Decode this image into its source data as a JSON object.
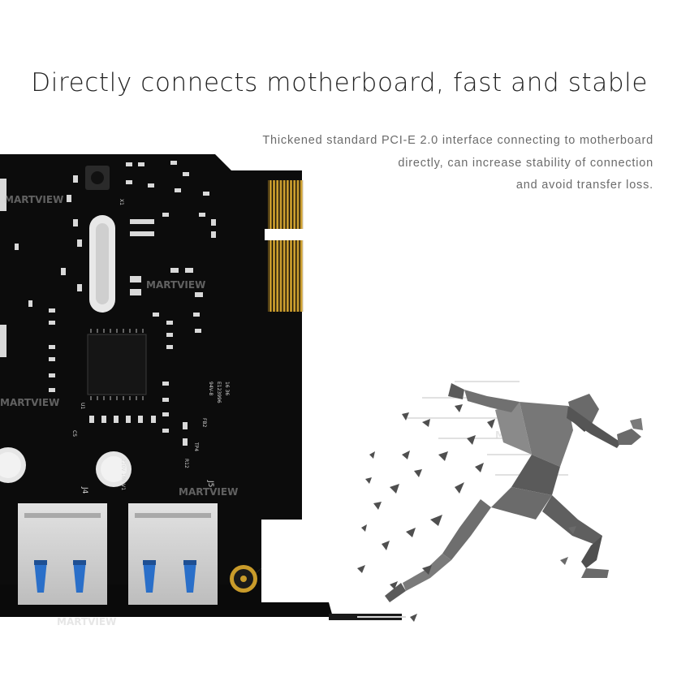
{
  "headline": "Directly connects motherboard, fast and stable",
  "description": {
    "line1": "Thickened standard PCI-E 2.0 interface connecting to motherboard",
    "line2": "directly, can increase stability of connection",
    "line3": "and avoid transfer loss."
  },
  "board": {
    "capacitor_label": "220V 16V V1",
    "port_label_j4": "J4",
    "port_label_j5": "J5",
    "pcb_code_1": "94V-8",
    "pcb_code_2": "E123996",
    "pcb_code_3": "16 36",
    "ref_u1": "U1",
    "ref_x1": "X1",
    "ref_c5": "C5",
    "ref_fb2": "FB2",
    "ref_tp4": "TP4",
    "ref_r12": "R12"
  },
  "watermark": "MARTVIEW",
  "colors": {
    "pcb": "#0c0c0c",
    "gold_contacts": "#d6a52a",
    "usb_blue": "#2a6fc9",
    "usb_metal": "#c9c9c9",
    "runner": "#5a5a5a"
  }
}
